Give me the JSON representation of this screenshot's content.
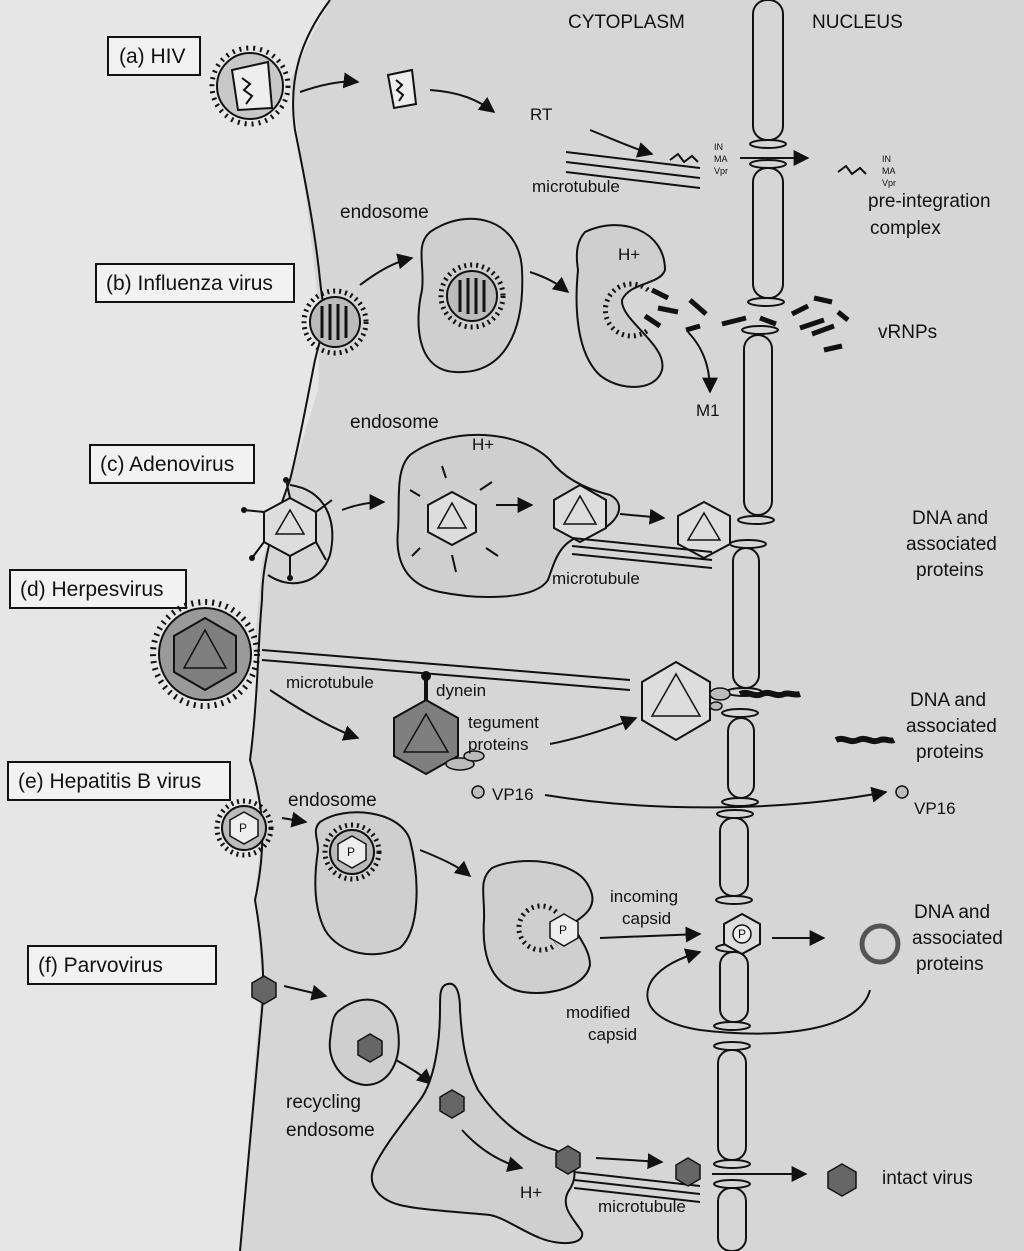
{
  "regions": {
    "cytoplasm": "CYTOPLASM",
    "nucleus": "NUCLEUS"
  },
  "virus_labels": {
    "hiv": "(a) HIV",
    "influenza": "(b) Influenza virus",
    "adenovirus": "(c) Adenovirus",
    "herpesvirus": "(d) Herpesvirus",
    "hepatitis_b": "(e) Hepatitis B virus",
    "parvovirus": "(f) Parvovirus"
  },
  "annotations": {
    "rt": "RT",
    "in": "IN",
    "ma": "MA",
    "vpr": "Vpr",
    "microtubule_a": "microtubule",
    "pre_integration_1": "pre-integration",
    "pre_integration_2": "complex",
    "endosome_b": "endosome",
    "h_plus_b": "H+",
    "vrnps": "vRNPs",
    "m1": "M1",
    "endosome_c": "endosome",
    "h_plus_c": "H+",
    "microtubule_c": "microtubule",
    "dna_c_1": "DNA and",
    "dna_c_2": "associated",
    "dna_c_3": "proteins",
    "microtubule_d": "microtubule",
    "dynein": "dynein",
    "tegument_1": "tegument",
    "tegument_2": "proteins",
    "dna_d_1": "DNA and",
    "dna_d_2": "associated",
    "dna_d_3": "proteins",
    "vp16_left": "VP16",
    "vp16_right": "VP16",
    "endosome_e": "endosome",
    "incoming_1": "incoming",
    "incoming_2": "capsid",
    "dna_e_1": "DNA and",
    "dna_e_2": "associated",
    "dna_e_3": "proteins",
    "modified_1": "modified",
    "modified_2": "capsid",
    "p_mark": "P",
    "recycling_1": "recycling",
    "recycling_2": "endosome",
    "h_plus_f": "H+",
    "microtubule_f": "microtubule",
    "intact_virus": "intact virus"
  },
  "colors": {
    "background": "#e6e6e6",
    "cytoplasm": "#d6d6d6",
    "ink": "#111111"
  }
}
